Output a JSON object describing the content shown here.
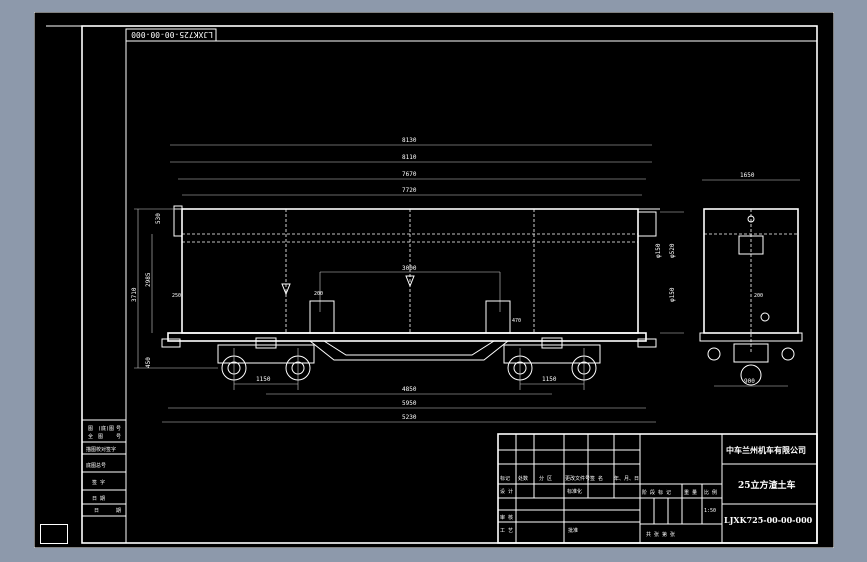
{
  "drawing_number_rotated": "LJXK725-00-00-000",
  "dimensions": {
    "overall_top": "8130",
    "top_2": "8110",
    "top_3": "7670",
    "top_4": "7720",
    "height_total": "3710",
    "height_2": "2985",
    "height_3": "530",
    "height_4": "450",
    "side_250": "250",
    "center_3000": "3000",
    "pad_200": "200",
    "pad_470": "470",
    "right_150": "φ150",
    "right_520": "φ520",
    "right_750": "φ150",
    "bogie_left": "1150",
    "bogie_right": "1150",
    "center_pins": "4850",
    "bottom_1": "5950",
    "bottom_2": "5230",
    "side_view_top": "1650",
    "side_view_200": "200",
    "side_view_bottom": "900"
  },
  "revision_table": {
    "r1": [
      "图",
      "(底)图",
      "号"
    ],
    "r2": [
      "全",
      "图",
      "号"
    ],
    "r3": "描图校对签字",
    "r4": "底图总号",
    "r5": "签 字",
    "r6": "日 期",
    "r7": [
      "日",
      "期"
    ]
  },
  "title_block": {
    "company": "中车兰州机车有限公司",
    "drawing_title": "25立方渣土车",
    "drawing_number": "LJXK725-00-00-000",
    "change_headers": [
      "标记",
      "处数",
      "分 区",
      "更改文件号",
      "签 名",
      "年、月、日"
    ],
    "designer": "设 计",
    "standardization": "标准化",
    "reviewer": "审 核",
    "process": "工 艺",
    "approve": "批准",
    "stage_labels": [
      "阶 段 标 记",
      "重 量",
      "比 例"
    ],
    "scale": "1:50",
    "sheets": "共   张   第   张"
  }
}
